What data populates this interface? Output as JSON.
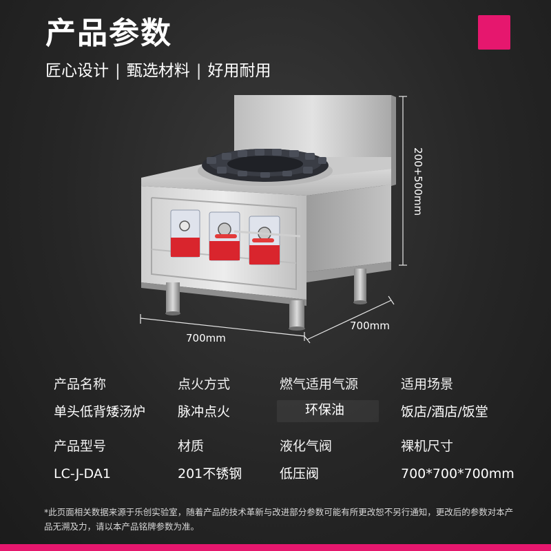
{
  "header": {
    "title": "产品参数",
    "subtitle_parts": [
      "匠心设计",
      "甄选材料",
      "好用耐用"
    ],
    "separator": "|"
  },
  "dimensions": {
    "height_range": "200+500mm",
    "width_front": "700mm",
    "width_side": "700mm"
  },
  "specs": {
    "rows": [
      {
        "labels": [
          "产品名称",
          "点火方式",
          "燃气适用气源",
          "适用场景"
        ]
      },
      {
        "values": [
          "单头低背矮汤炉",
          "脉冲点火",
          "环保油",
          "饭店/酒店/饭堂"
        ]
      },
      {
        "labels": [
          "产品型号",
          "材质",
          "液化气阀",
          "裸机尺寸"
        ]
      },
      {
        "values": [
          "LC-J-DA1",
          "201不锈钢",
          "低压阀",
          "700*700*700mm"
        ]
      }
    ]
  },
  "footnote": "*此页面相关数据来源于乐创实验室，随着产品的技术革新与改进部分参数可能有所更改恕不另行通知，更改后的参数对本产品无溯及力，请以本产品铭牌参数为准。",
  "colors": {
    "accent": "#e6176e",
    "background": "#262626",
    "steel": "#c9c9c9",
    "knob_panel_red": "#d9252d"
  },
  "icons": [
    "stove-product-image",
    "pink-square-decor"
  ]
}
